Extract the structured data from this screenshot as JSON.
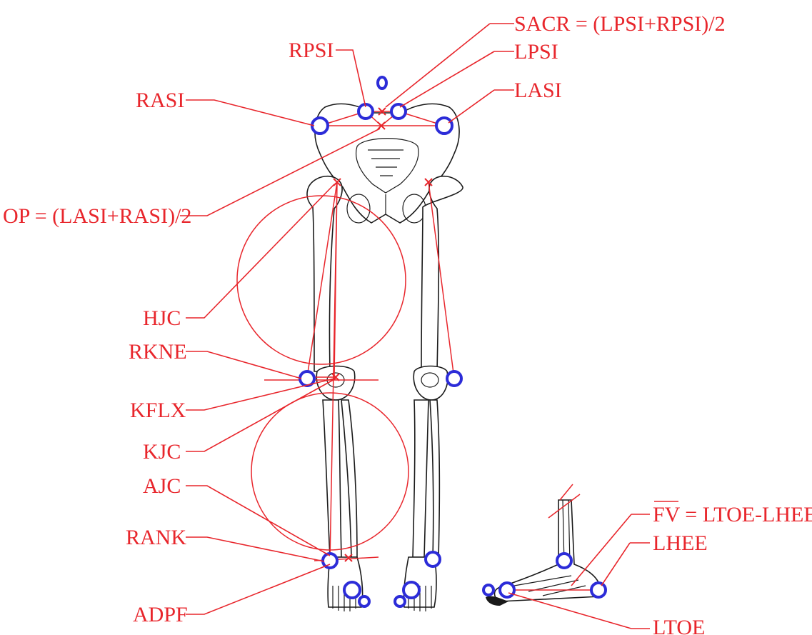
{
  "labels": {
    "sacr": "SACR = (LPSI+RPSI)/2",
    "rpsi": "RPSI",
    "lpsi": "LPSI",
    "rasi": "RASI",
    "lasi": "LASI",
    "op": "OP = (LASI+RASI)/2",
    "hjc": "HJC",
    "rkne": "RKNE",
    "kflx": "KFLX",
    "kjc": "KJC",
    "ajc": "AJC",
    "rank": "RANK",
    "adpf": "ADPF",
    "fv": "FV = LTOE-LHEE",
    "lhee": "LHEE",
    "ltoe": "LTOE"
  },
  "colors": {
    "label": "#e8262c",
    "marker": "#2c2cd8",
    "bone": "#1a1a1a"
  }
}
